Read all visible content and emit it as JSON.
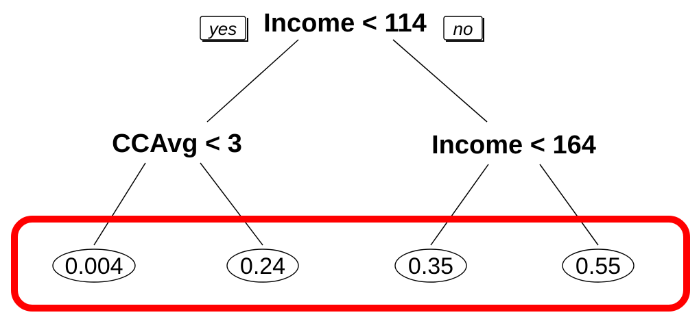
{
  "tree": {
    "root": {
      "label": "Income < 114",
      "yes_tag": "yes",
      "no_tag": "no"
    },
    "left_split": {
      "label": "CCAvg < 3"
    },
    "right_split": {
      "label": "Income < 164"
    },
    "leaves": [
      {
        "value": "0.004"
      },
      {
        "value": "0.24"
      },
      {
        "value": "0.35"
      },
      {
        "value": "0.55"
      }
    ],
    "highlight_color": "#ff0000"
  }
}
